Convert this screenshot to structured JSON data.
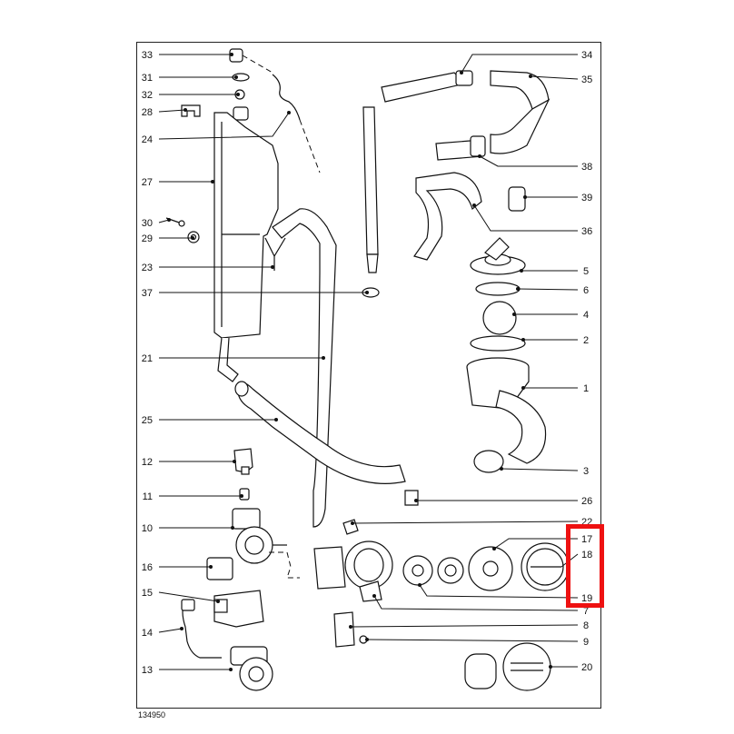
{
  "document_number": "134950",
  "highlight_color": "#ee1111",
  "callouts": {
    "c33": "33",
    "c31": "31",
    "c32": "32",
    "c28": "28",
    "c24": "24",
    "c27": "27",
    "c30": "30",
    "c29": "29",
    "c23": "23",
    "c37": "37",
    "c21": "21",
    "c25": "25",
    "c12": "12",
    "c11": "11",
    "c10": "10",
    "c16": "16",
    "c15": "15",
    "c14": "14",
    "c13": "13",
    "c34": "34",
    "c35": "35",
    "c38": "38",
    "c39": "39",
    "c36": "36",
    "c5": "5",
    "c6": "6",
    "c4": "4",
    "c2": "2",
    "c1": "1",
    "c3": "3",
    "c26": "26",
    "c22": "22",
    "c17": "17",
    "c18": "18",
    "c19": "19",
    "c7": "7",
    "c8": "8",
    "c9": "9",
    "c20": "20"
  }
}
